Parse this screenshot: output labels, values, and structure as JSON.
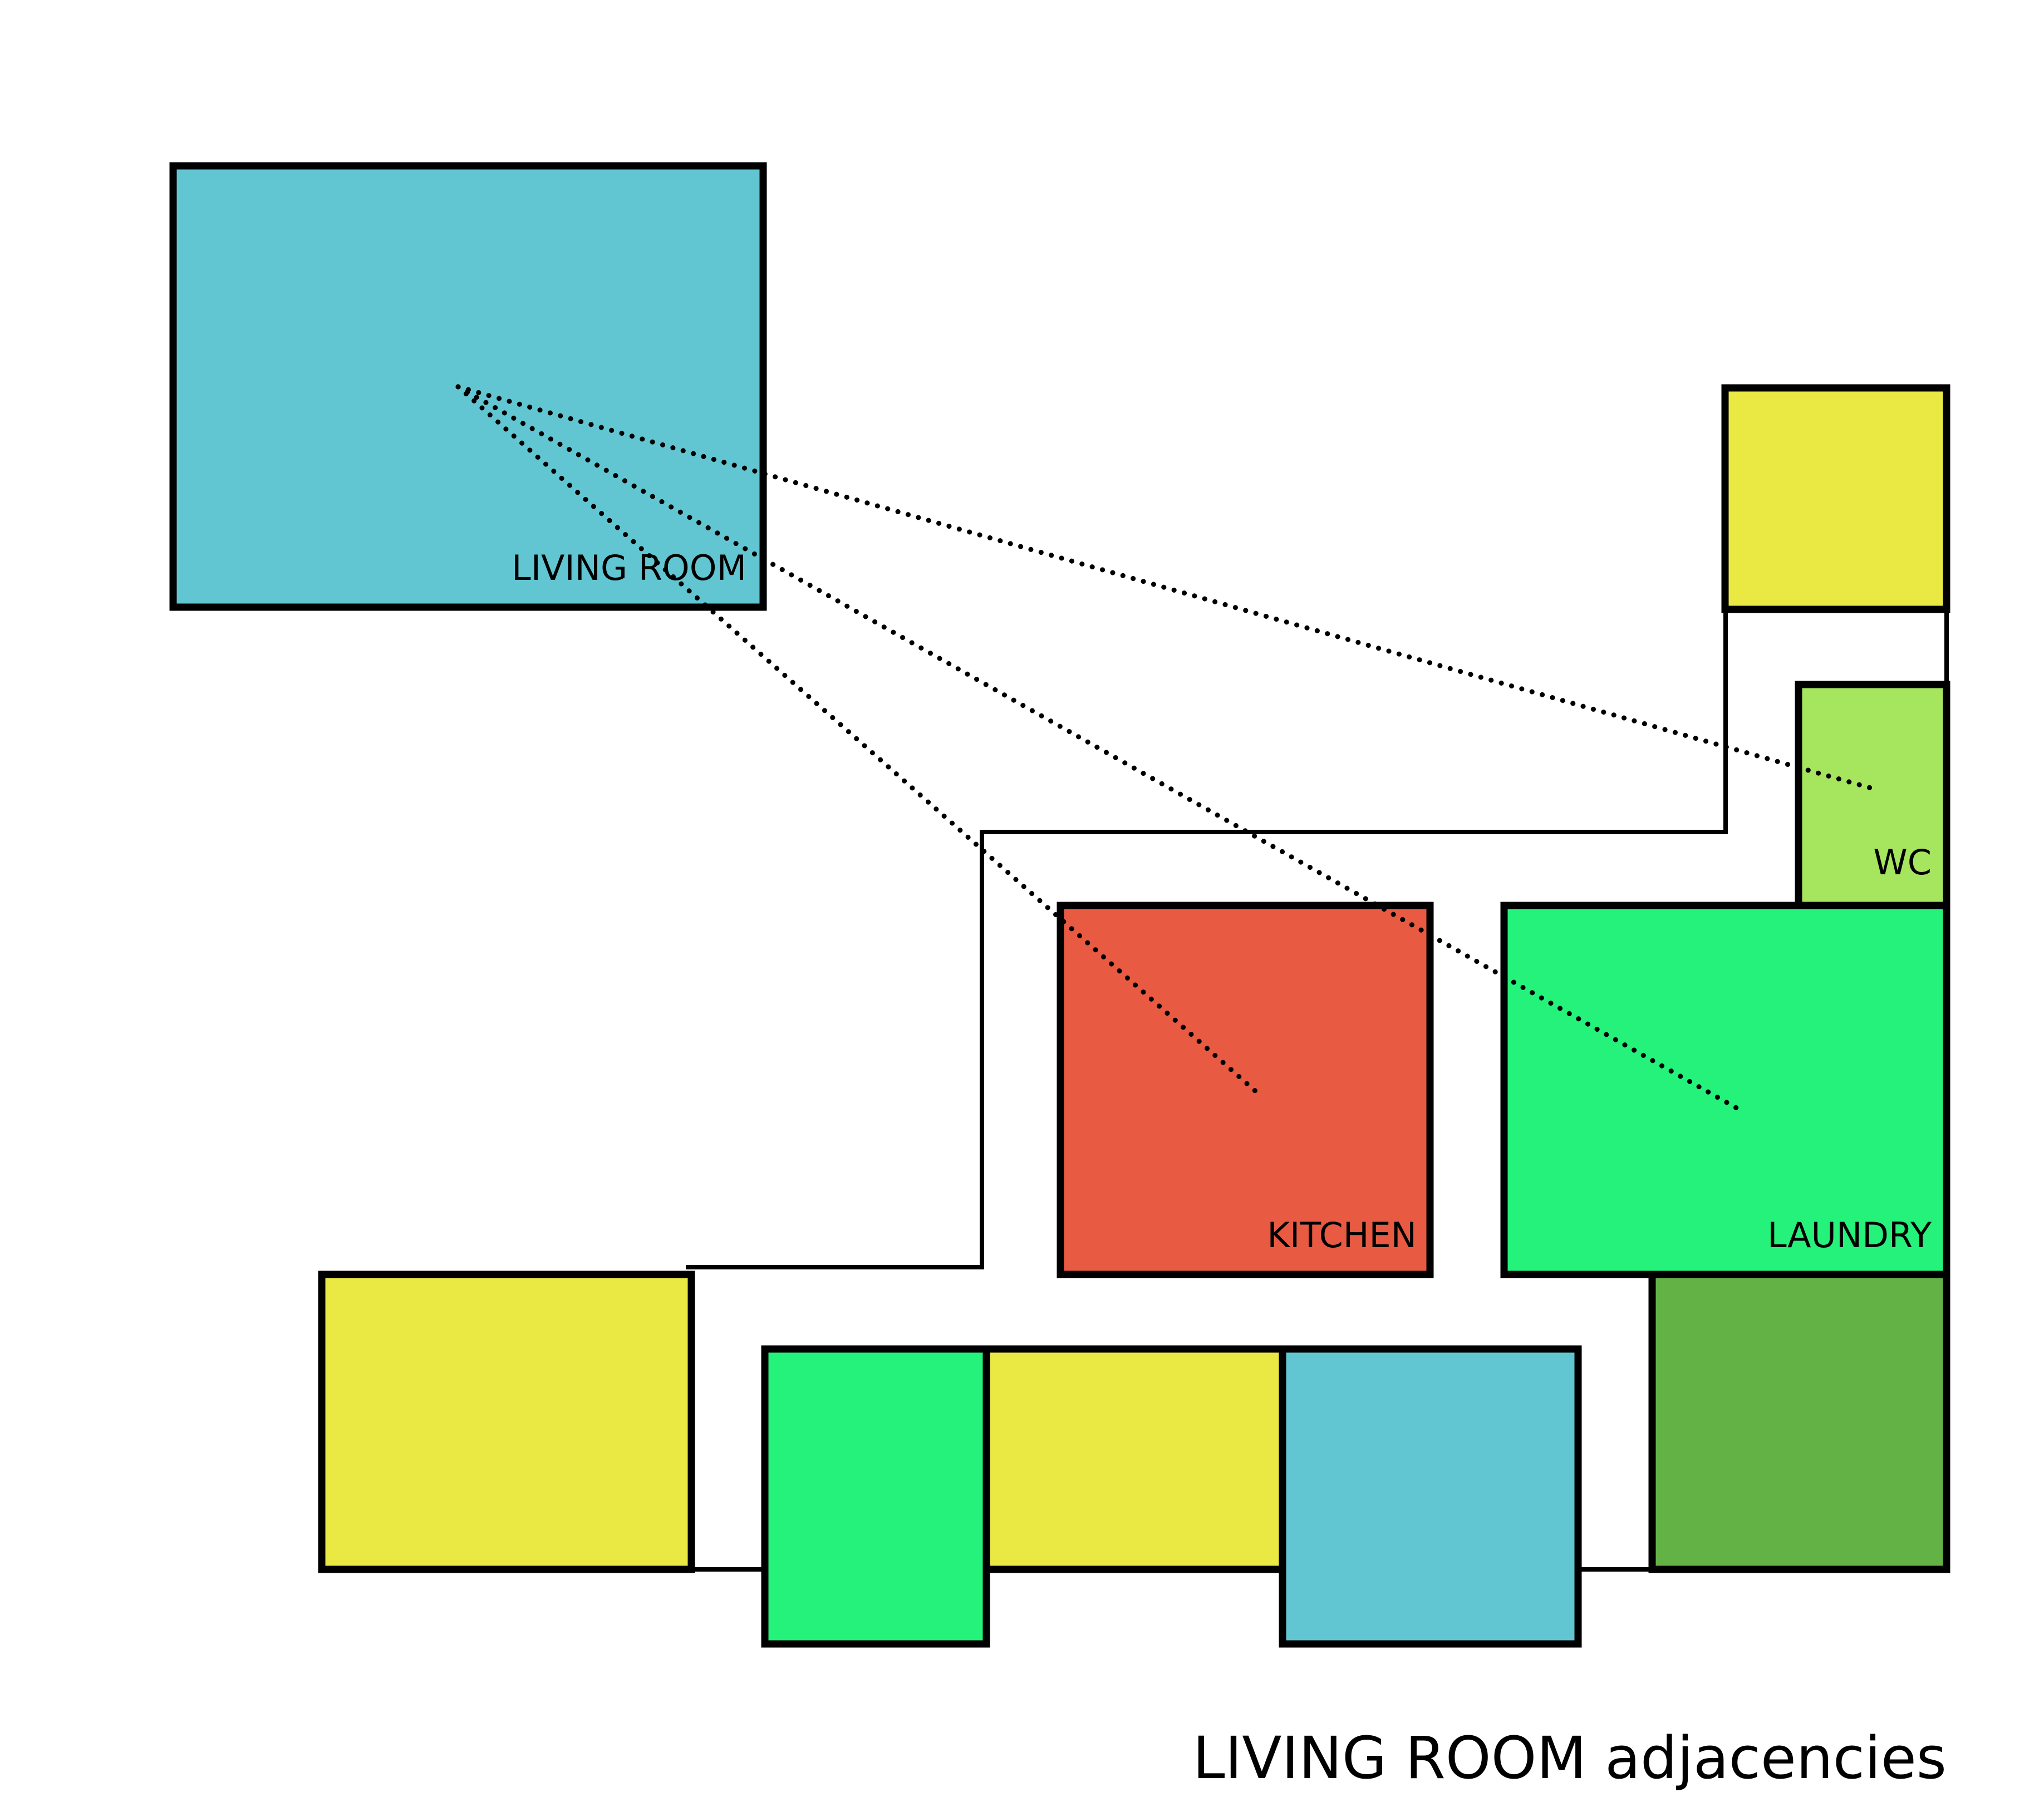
{
  "title": "LIVING ROOM adjacencies",
  "colors": {
    "living_room": "#62C6D2",
    "kitchen": "#E85A42",
    "laundry": "#25F27A",
    "wc": "#A6E55E",
    "yellow": "#EAE842",
    "green_light": "#25F27A",
    "green_dark": "#63B245",
    "blue": "#62C6D2"
  },
  "rooms": {
    "living_room": {
      "label": "LIVING ROOM",
      "color": "#62C6D2"
    },
    "kitchen": {
      "label": "KITCHEN",
      "color": "#E85A42"
    },
    "laundry": {
      "label": "LAUNDRY",
      "color": "#25F27A"
    },
    "wc": {
      "label": "WC",
      "color": "#A6E55E"
    }
  },
  "adjacencies": [
    {
      "from": "LIVING ROOM",
      "to": "KITCHEN"
    },
    {
      "from": "LIVING ROOM",
      "to": "LAUNDRY"
    },
    {
      "from": "LIVING ROOM",
      "to": "WC"
    }
  ]
}
